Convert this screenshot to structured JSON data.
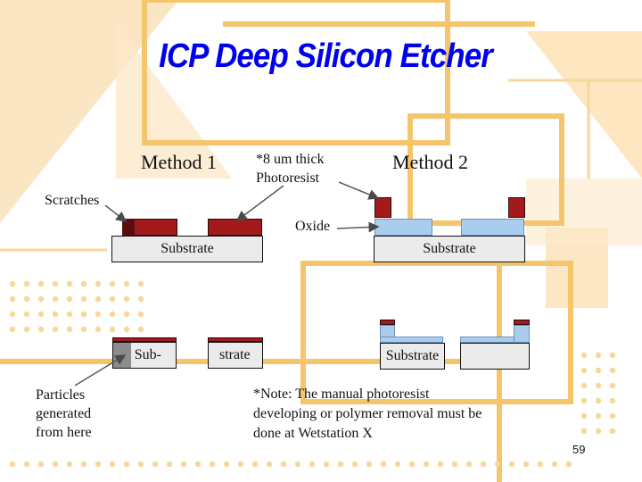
{
  "slide": {
    "title": "ICP Deep Silicon Etcher",
    "page_number": "59",
    "accent_color": "#f5c56b",
    "title_color": "#0000ee"
  },
  "diagram": {
    "method1_label": "Method 1",
    "method2_label": "Method 2",
    "photoresist_note": "*8 um thick\nPhotoresist",
    "scratches_label": "Scratches",
    "oxide_label": "Oxide",
    "substrate_label_m1_top": "Substrate",
    "substrate_label_m2_top": "Substrate",
    "substrate_label_m1_bottom_left": "Sub-",
    "substrate_label_m1_bottom_right": "strate",
    "substrate_label_m2_bottom": "Substrate",
    "particles_label": "Particles\ngenerated\nfrom here",
    "note": "*Note: The manual photoresist\ndeveloping or polymer removal must be\ndone at Wetstation X",
    "colors": {
      "photoresist": "#a31a1d",
      "oxide": "#a9ccef",
      "substrate": "#ebebeb"
    }
  }
}
